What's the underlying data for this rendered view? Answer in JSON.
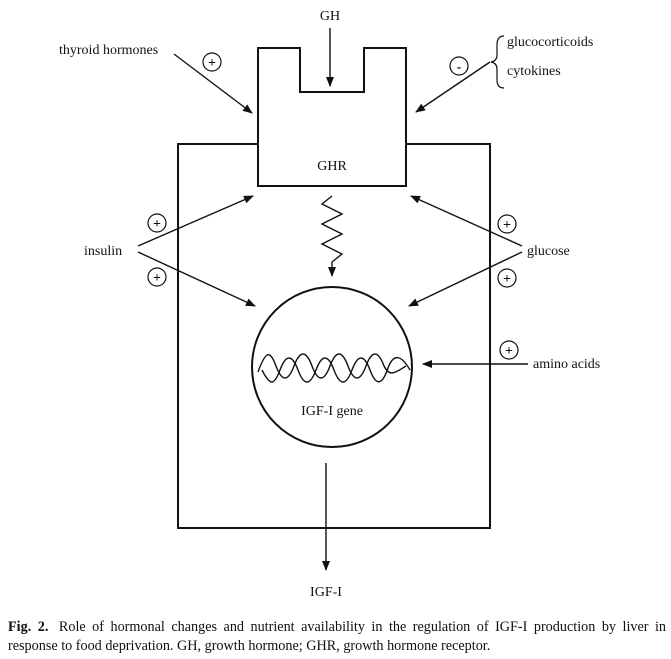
{
  "labels": {
    "gh": "GH",
    "ghr": "GHR",
    "thyroid": "thyroid hormones",
    "glucocorticoids": "glucocorticoids",
    "cytokines": "cytokines",
    "insulin": "insulin",
    "glucose": "glucose",
    "amino_acids": "amino acids",
    "igf_gene": "IGF-I gene",
    "igf_output": "IGF-I"
  },
  "signs": {
    "plus": "+",
    "minus": "-"
  },
  "caption": {
    "label": "Fig. 2.",
    "text": "Role of hormonal changes and nutrient availability in the regulation of IGF-I production by liver in response to food deprivation. GH, growth hormone; GHR, growth hormone receptor."
  }
}
